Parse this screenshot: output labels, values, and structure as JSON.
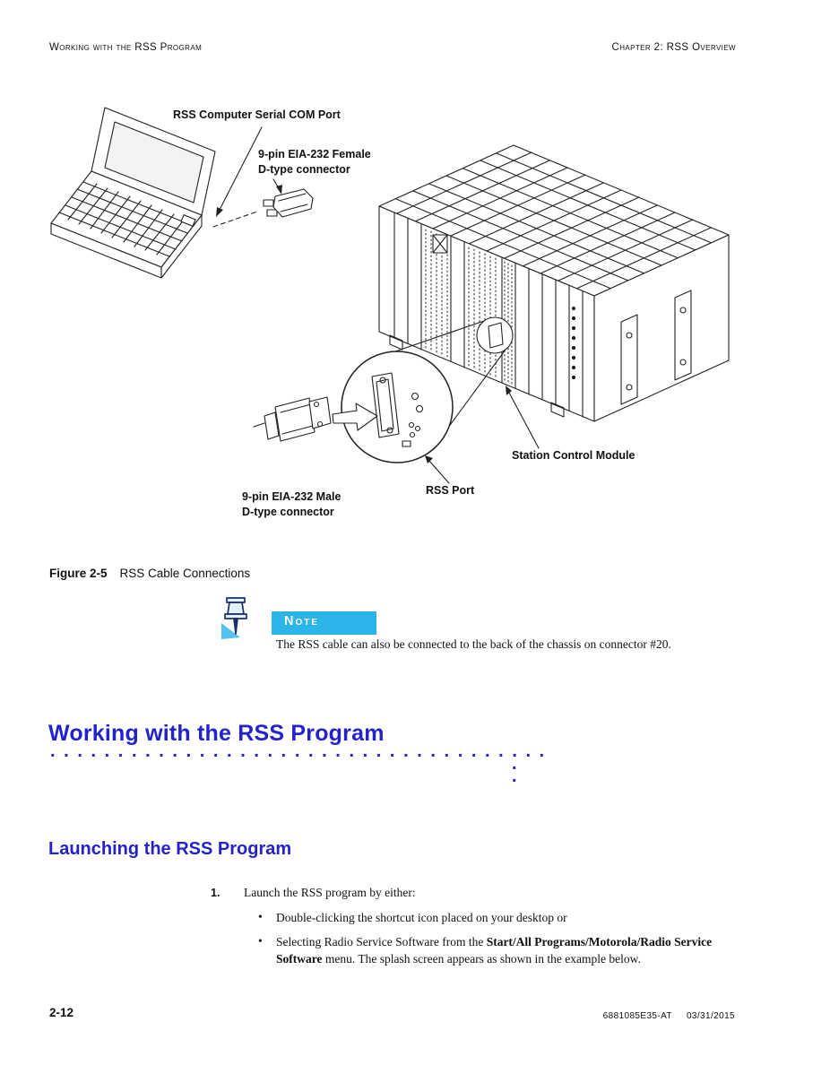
{
  "page": {
    "header_left": "Working with the RSS Program",
    "header_right": "Chapter 2: RSS Overview",
    "footer_page": "2-12",
    "footer_doc": "6881085E35-AT",
    "footer_date": "03/31/2015"
  },
  "figure": {
    "caption_label": "Figure 2-5",
    "caption_text": "RSS Cable Connections",
    "labels": {
      "com_port": "RSS Computer Serial COM Port",
      "female_line1": "9-pin EIA-232 Female",
      "female_line2": "D-type connector",
      "station_module": "Station Control Module",
      "rss_port": "RSS Port",
      "male_line1": "9-pin EIA-232 Male",
      "male_line2": "D-type connector"
    }
  },
  "note": {
    "label": "Note",
    "text": "The RSS cable can also be connected to the back of the chassis on connector #20."
  },
  "section": {
    "title": "Working with the RSS Program",
    "dots_row": ".....................................",
    "dot": ".",
    "subtitle": "Launching the RSS Program"
  },
  "steps": {
    "number": "1.",
    "text": "Launch the RSS program by either:",
    "bullet_char": "•",
    "bullet1": "Double-clicking the shortcut icon placed on your desktop or",
    "bullet2_pre": "Selecting Radio Service Software from the ",
    "bullet2_bold": "Start/All Programs/Motorola/Radio Service Software",
    "bullet2_post": " menu. The splash screen appears as shown in the example below."
  },
  "colors": {
    "heading_blue": "#2323cd",
    "note_cyan": "#2ab4e8"
  }
}
